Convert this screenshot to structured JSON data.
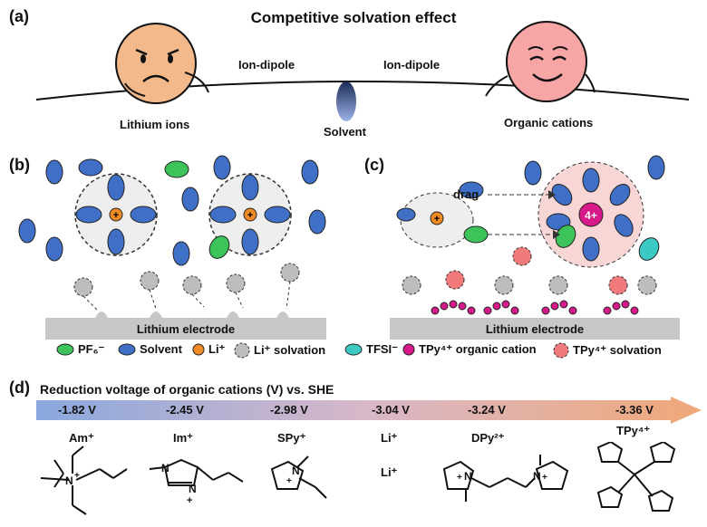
{
  "panel_a": {
    "label": "(a)",
    "title": "Competitive solvation effect",
    "ion_dipole_left": "Ion-dipole",
    "ion_dipole_right": "Ion-dipole",
    "lithium_ions": "Lithium ions",
    "solvent": "Solvent",
    "organic_cations": "Organic cations"
  },
  "panel_b": {
    "label": "(b)",
    "electrode": "Lithium electrode"
  },
  "panel_c": {
    "label": "(c)",
    "electrode": "Lithium electrode",
    "drag": "drag",
    "charge": "4+"
  },
  "legend": {
    "pf6": "PF₆⁻",
    "solvent": "Solvent",
    "li": "Li⁺",
    "li_solvation": "Li⁺ solvation",
    "tfsi": "TFSI⁻",
    "tpy_cation": "TPy⁴⁺ organic cation",
    "tpy_solvation": "TPy⁴⁺ solvation"
  },
  "panel_d": {
    "label": "(d)",
    "title": "Reduction voltage of organic cations (V) vs. SHE",
    "voltages": [
      "-1.82 V",
      "-2.45 V",
      "-2.98 V",
      "-3.04 V",
      "-3.24 V",
      "-3.36 V"
    ],
    "names": [
      "Am⁺",
      "Im⁺",
      "SPy⁺",
      "Li⁺",
      "DPy²⁺",
      "TPy⁴⁺"
    ],
    "li_structure": "Li⁺"
  },
  "colors": {
    "solvent_blue": "#3f6fc6",
    "pf6_green": "#3cc45a",
    "li_orange": "#f08a24",
    "tfsi_teal": "#3cc9c4",
    "tpy_magenta": "#d8198a",
    "tpy_solv_pink": "#f27a7a",
    "face_left": "#f3b98a",
    "face_right": "#f7a5a5",
    "electrode_gray": "#c7c7c7",
    "arrow_start": "#8aa8de",
    "arrow_end": "#f0a878"
  }
}
